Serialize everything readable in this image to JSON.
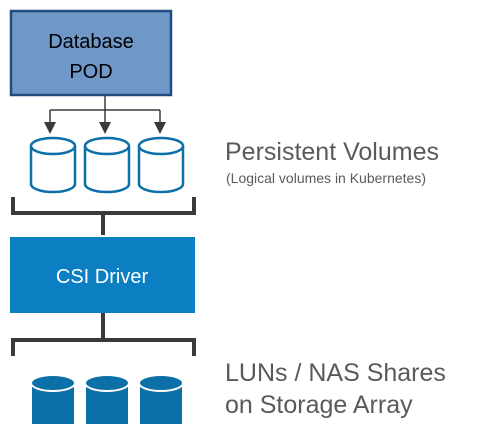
{
  "pod": {
    "line1": "Database",
    "line2": "POD"
  },
  "persistent_volumes": {
    "title": "Persistent Volumes",
    "subtitle": "(Logical volumes in Kubernetes)"
  },
  "csi": {
    "label": "CSI Driver"
  },
  "storage": {
    "line1": "LUNs / NAS Shares",
    "line2": "on Storage Array"
  },
  "colors": {
    "pod_fill": "#6f97c7",
    "pod_border": "#1f4d7f",
    "csi_fill": "#0b7fc1",
    "cylinder_outline": "#0b6fa8",
    "cylinder_solid": "#0b6fa8",
    "bracket": "#3a3a3a",
    "arrow": "#3a3a3a",
    "label_text": "#5a5a5a"
  },
  "icons": {
    "logical_volume": "cylinder-outline-icon",
    "storage_volume": "cylinder-solid-icon"
  }
}
